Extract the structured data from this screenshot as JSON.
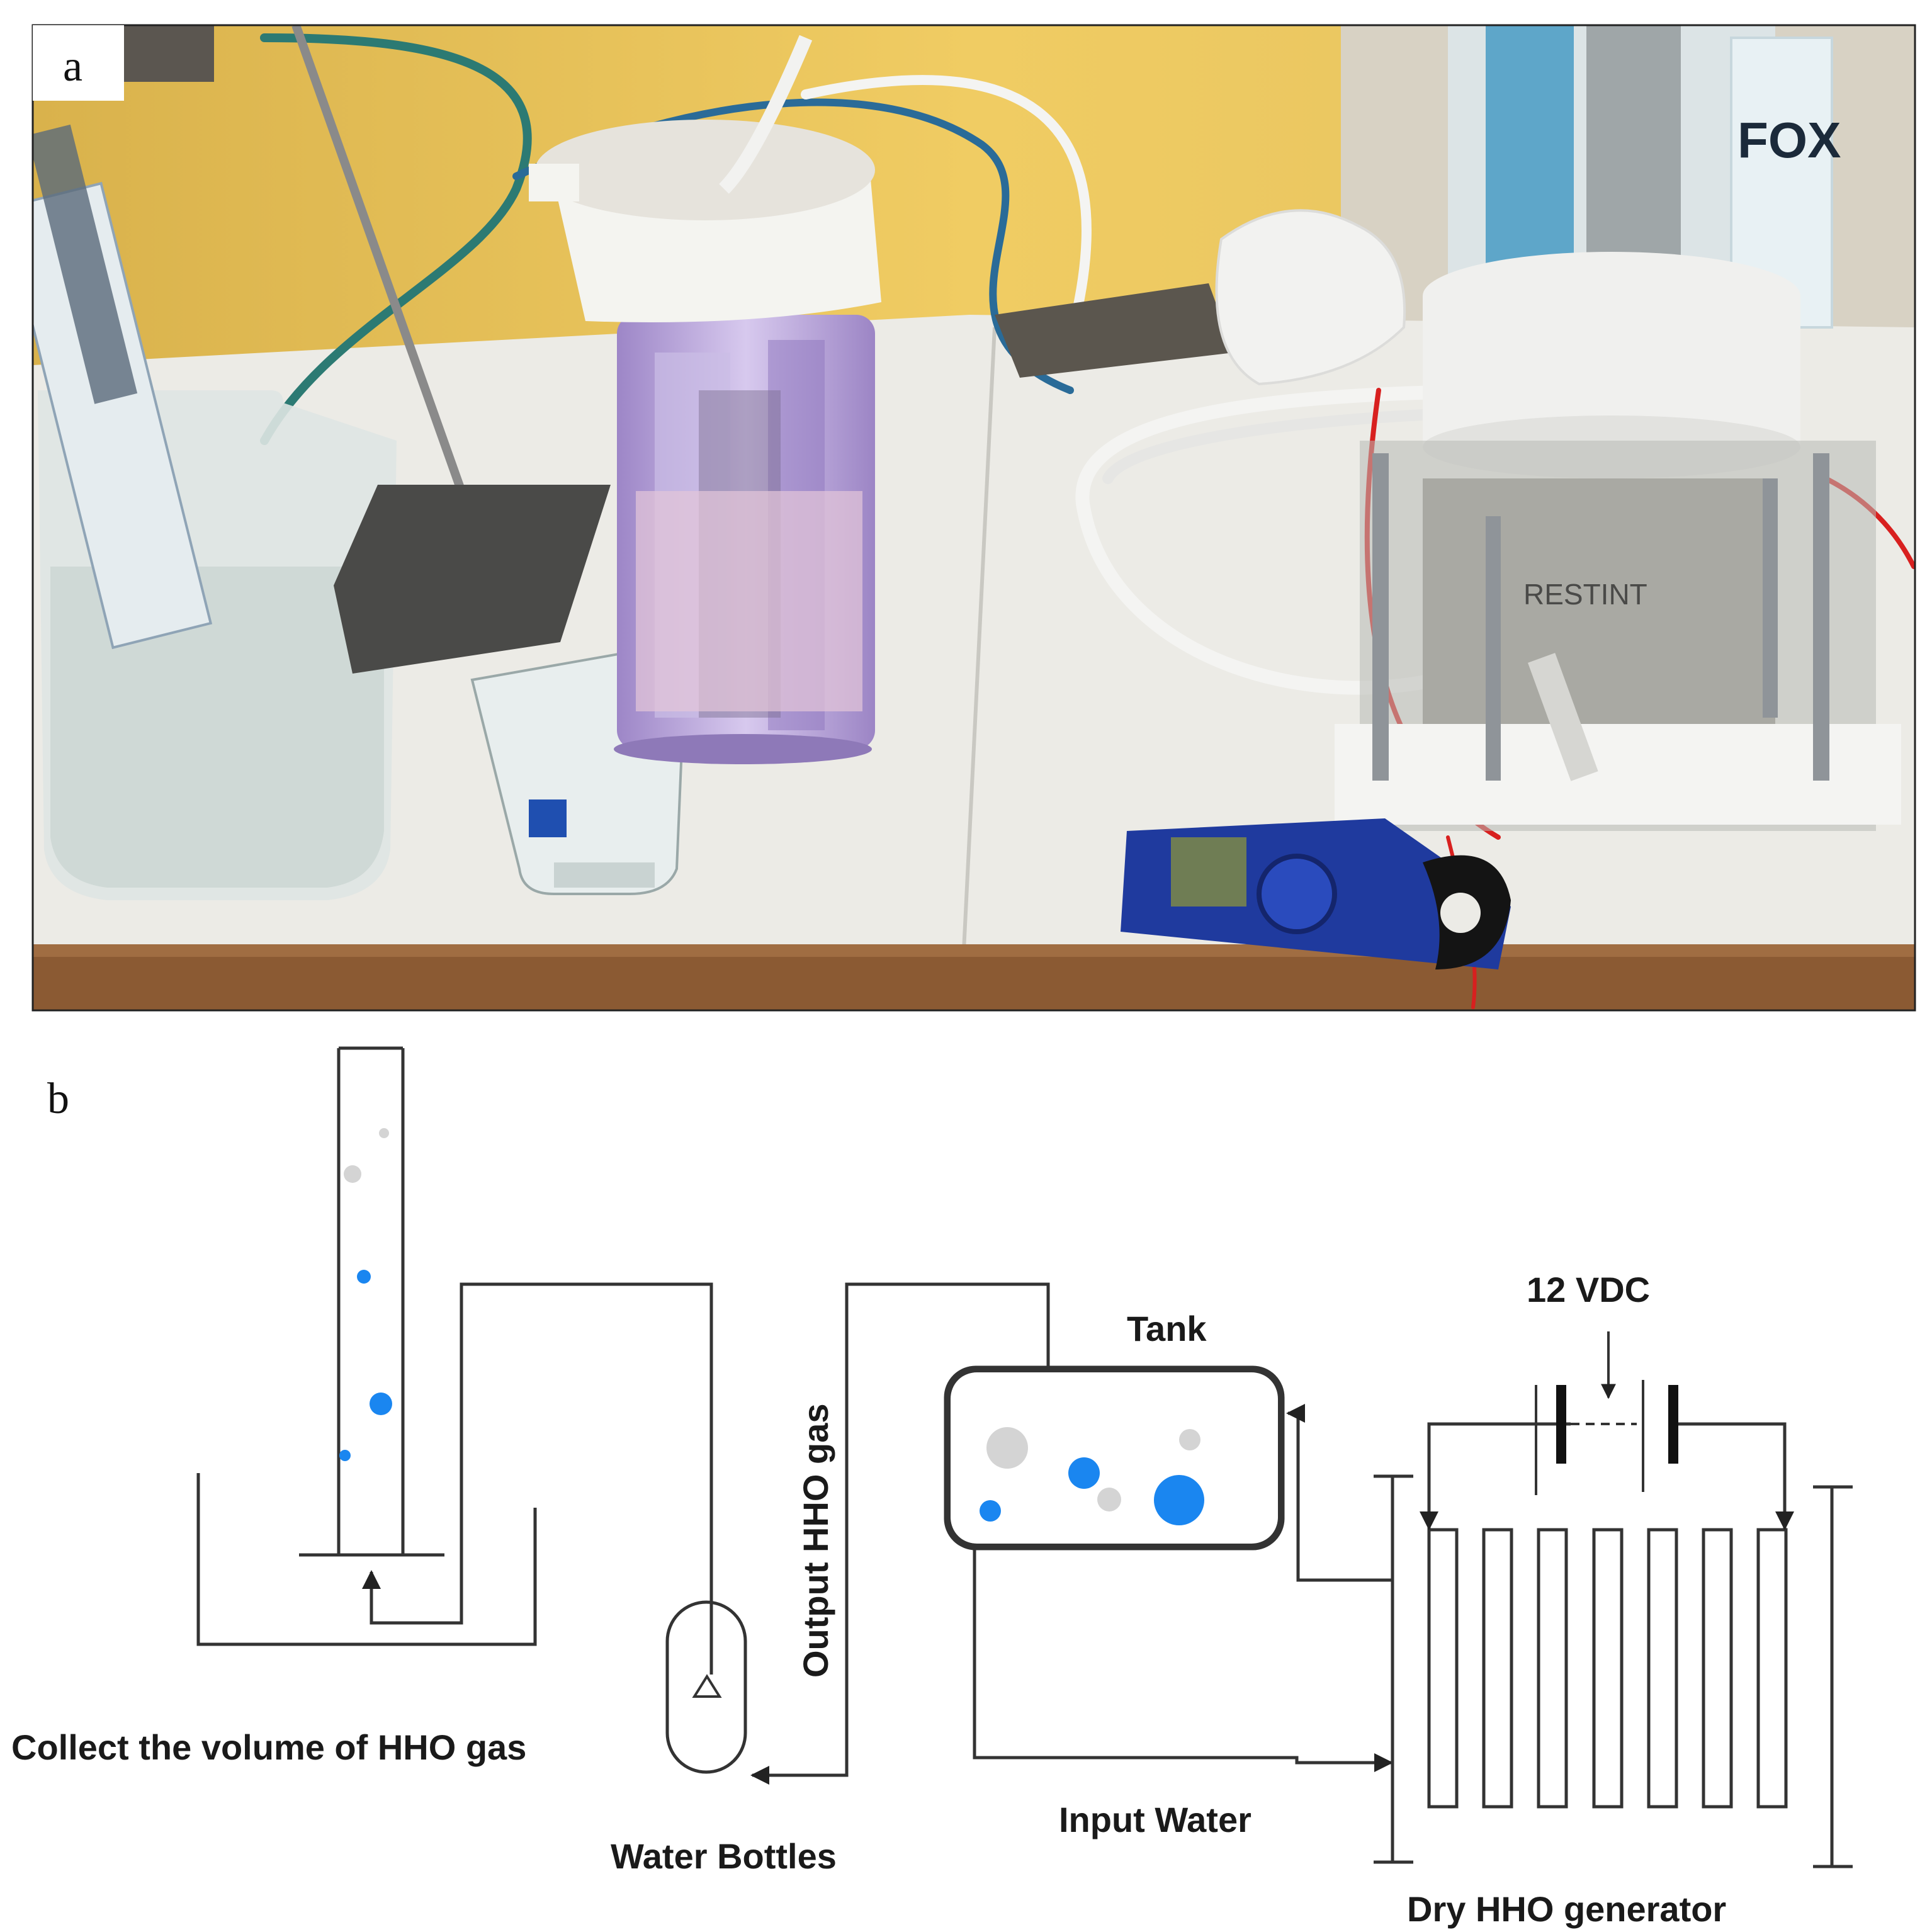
{
  "panel_a": {
    "label": "a",
    "photo_text": {
      "meter_brand": "RESTINT",
      "bottle_text": "FOX"
    }
  },
  "panel_b": {
    "label": "b",
    "labels": {
      "collect": "Collect the volume of HHO gas",
      "water_bottles": "Water Bottles",
      "output_gas": "Output HHO gas",
      "tank": "Tank",
      "input_water": "Input Water",
      "voltage": "12 VDC",
      "generator": "Dry HHO generator"
    }
  },
  "colors": {
    "wall": "#e9c35a",
    "table": "#ecebe6",
    "bubble_blue": "#1a86f0",
    "bubble_gray": "#d4d4d4",
    "filter_purple": "#b9a6d8",
    "meter_blue": "#1f3a9e"
  }
}
